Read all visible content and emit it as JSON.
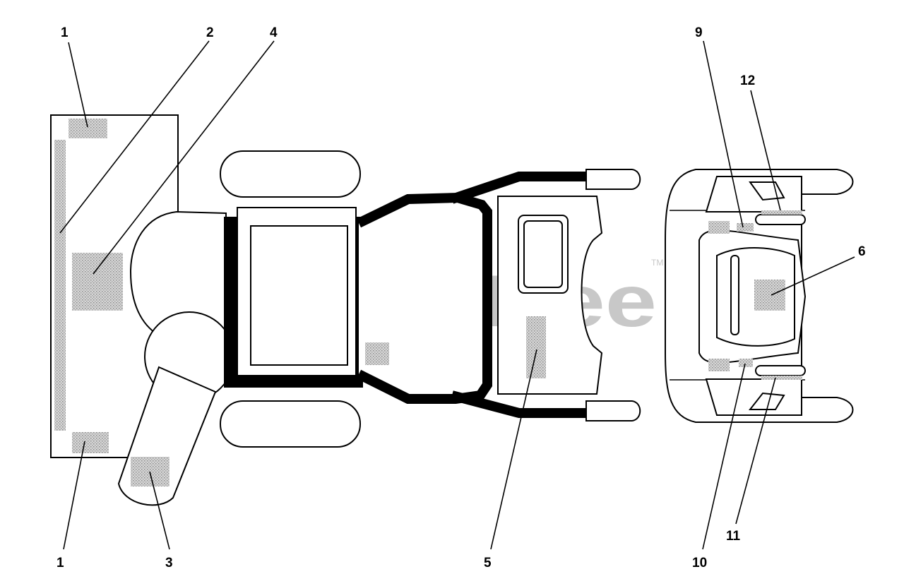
{
  "watermark": {
    "text": "PartsTree",
    "trademark": "TM"
  },
  "callouts": [
    {
      "id": "c1a",
      "label": "1"
    },
    {
      "id": "c2",
      "label": "2"
    },
    {
      "id": "c4",
      "label": "4"
    },
    {
      "id": "c9",
      "label": "9"
    },
    {
      "id": "c12",
      "label": "12"
    },
    {
      "id": "c6",
      "label": "6"
    },
    {
      "id": "c1b",
      "label": "1"
    },
    {
      "id": "c3",
      "label": "3"
    },
    {
      "id": "c5",
      "label": "5"
    },
    {
      "id": "c10",
      "label": "10"
    },
    {
      "id": "c11",
      "label": "11"
    }
  ]
}
